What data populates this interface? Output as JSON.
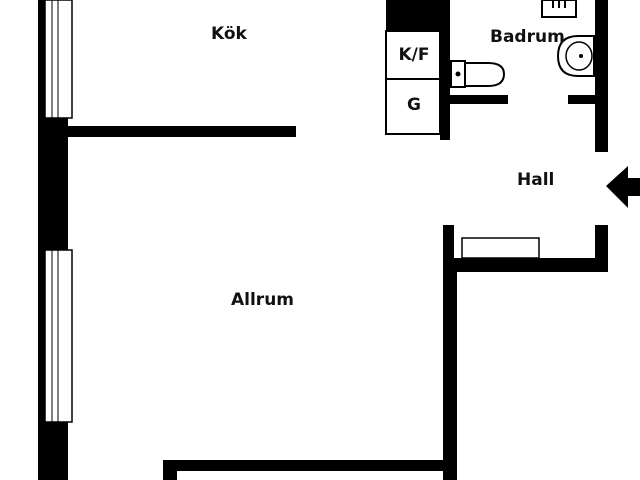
{
  "rooms": {
    "kitchen": "Kök",
    "bathroom": "Badrum",
    "hall": "Hall",
    "living_room": "Allrum"
  },
  "fixtures": {
    "fridge_freezer": "K/F",
    "wardrobe": "G"
  },
  "colors": {
    "wall": "#000000",
    "background": "#ffffff",
    "window_glass": "#ffffff",
    "fixture_outline": "#000000"
  },
  "icons": {
    "entrance": "entrance-arrow-icon",
    "toilet": "toilet-icon",
    "sink": "sink-icon",
    "bathtub": "bathtub-icon",
    "radiator": "radiator-icon"
  }
}
